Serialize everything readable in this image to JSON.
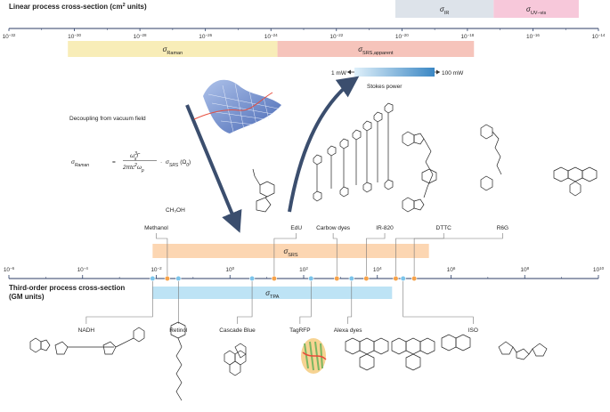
{
  "linear_axis": {
    "title": "Linear process cross-section (cm",
    "title_sup": "2",
    "title_end": " units)",
    "exp_min": -32,
    "exp_max": -14,
    "ticks": [
      "−32",
      "−30",
      "−28",
      "−26",
      "−24",
      "−22",
      "−20",
      "−18",
      "−16",
      "−14"
    ],
    "tick_exps": [
      -32,
      -30,
      -28,
      -26,
      -24,
      -22,
      -20,
      -18,
      -16,
      -14
    ],
    "bands": [
      {
        "key": "ir",
        "label": "σ",
        "sub": "IR",
        "from": -20.2,
        "to": -17.2,
        "color": "#dde3ea"
      },
      {
        "key": "uv",
        "label": "σ",
        "sub": "UV–vis",
        "from": -17.2,
        "to": -14.6,
        "color": "#f7c8da"
      },
      {
        "key": "raman",
        "label": "σ",
        "sub": "Raman",
        "from": -30.2,
        "to": -23.8,
        "color": "#f8edb8"
      },
      {
        "key": "srs",
        "label": "σ",
        "sub": "SRS,apparent",
        "from": -23.8,
        "to": -17.8,
        "color": "#f6c4bb"
      }
    ]
  },
  "stokes": {
    "left": "1 mW",
    "right": "100 mW",
    "caption": "Stokes power"
  },
  "decoupling": "Decoupling from vacuum field",
  "equation": {
    "lhs": "σ",
    "lhs_sub": "Raman",
    "eq": "=",
    "num": "ω",
    "num_sub": "s",
    "num_sup": "3",
    "num_tail": "Γ",
    "den": "2πtc",
    "den_sup": "2",
    "den_tail": "ω",
    "den_tail_sub": "p",
    "dot": "·",
    "rhs": "σ",
    "rhs_sub": "SRS",
    "rhs_tail": "(Ω",
    "rhs_tail_sub": "0",
    "rhs_close": ")"
  },
  "top_molecules": [
    {
      "name": "Methanol",
      "formula": "CH₃OH",
      "pos": -2
    },
    {
      "name": "EdU",
      "pos": 1.8
    },
    {
      "name": "Carbow dyes",
      "pos": 2.8
    },
    {
      "name": "IR-820",
      "pos": 4.2
    },
    {
      "name": "DTTC",
      "pos": 5.8
    },
    {
      "name": "R6G",
      "pos": 7.4
    }
  ],
  "third_axis": {
    "title_line1": "Third-order process cross-section",
    "title_line2": "(GM units)",
    "exp_min": -6,
    "exp_max": 10,
    "ticks": [
      "−6",
      "−4",
      "−2",
      "0",
      "2",
      "4",
      "6",
      "8",
      "10"
    ],
    "tick_exps": [
      -6,
      -4,
      -2,
      0,
      2,
      4,
      6,
      8,
      10
    ],
    "bands": [
      {
        "key": "srs",
        "label": "σ",
        "sub": "SRS",
        "from": -2.1,
        "to": 5.4,
        "color": "#fcd6b2"
      },
      {
        "key": "tpa",
        "label": "σ",
        "sub": "TPA",
        "from": -2.1,
        "to": 4.4,
        "color": "#bde3f5"
      }
    ],
    "orange_points": [
      -1.7,
      1.2,
      2.9,
      3.7,
      4.5,
      5.0
    ],
    "blue_points": [
      -2.1,
      -1.4,
      0.6,
      2.2,
      3.3,
      4.7
    ]
  },
  "bottom_molecules": [
    {
      "name": "NADH",
      "pos": -3.9
    },
    {
      "name": "Retinol",
      "pos": -1.4
    },
    {
      "name": "Cascade Blue",
      "pos": 0.2
    },
    {
      "name": "TagRFP",
      "pos": 1.9
    },
    {
      "name": "Alexa dyes",
      "pos": 3.2
    },
    {
      "name": "ISO",
      "pos": 6.6
    }
  ]
}
